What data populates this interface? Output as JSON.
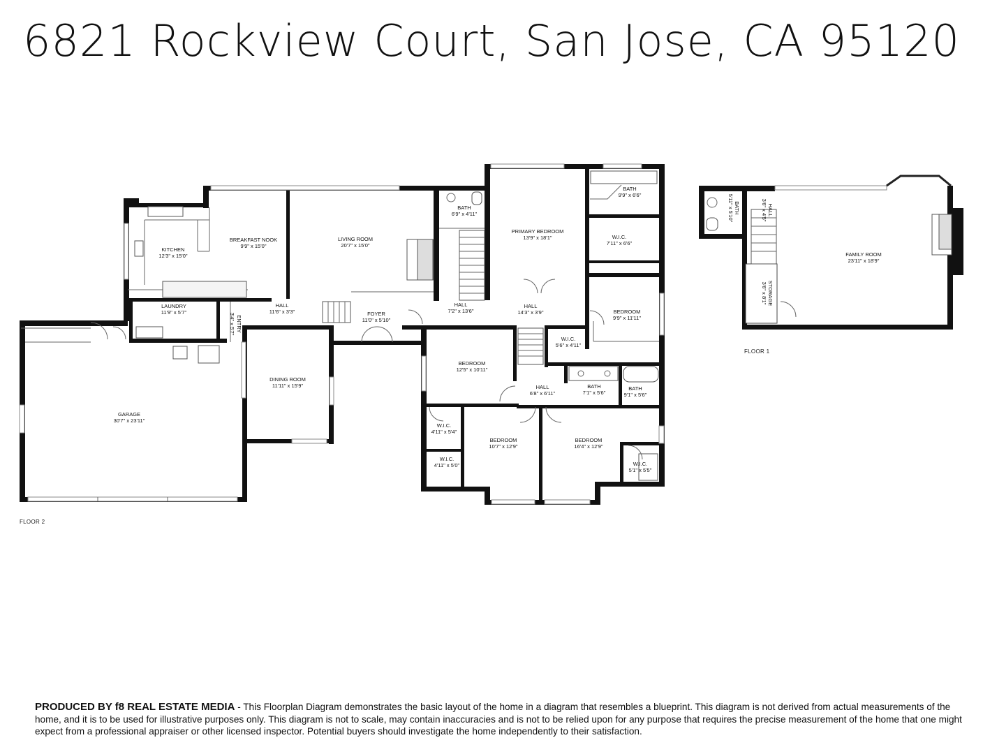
{
  "title": "6821 Rockview Court, San Jose, CA 95120",
  "floors": [
    {
      "label": "FLOOR 2"
    },
    {
      "label": "FLOOR 1"
    }
  ],
  "rooms": {
    "kitchen": {
      "name": "KITCHEN",
      "size": "12'3\" x 15'0\""
    },
    "breakfast_nook": {
      "name": "BREAKFAST NOOK",
      "size": "9'9\" x 15'0\""
    },
    "living_room": {
      "name": "LIVING ROOM",
      "size": "20'7\" x 15'0\""
    },
    "bath_small": {
      "name": "BATH",
      "size": "6'9\" x 4'11\""
    },
    "primary_bedroom": {
      "name": "PRIMARY BEDROOM",
      "size": "13'9\" x 18'1\""
    },
    "primary_bath": {
      "name": "BATH",
      "size": "9'9\" x 6'6\""
    },
    "primary_wic": {
      "name": "W.I.C.",
      "size": "7'11\" x 6'6\""
    },
    "laundry": {
      "name": "LAUNDRY",
      "size": "11'9\" x 5'7\""
    },
    "entry": {
      "name": "ENTRY",
      "size": "3'4\" x 5'7\""
    },
    "hall_1": {
      "name": "HALL",
      "size": "11'6\" x 3'3\""
    },
    "foyer": {
      "name": "FOYER",
      "size": "11'0\" x 5'10\""
    },
    "hall_2": {
      "name": "HALL",
      "size": "7'2\" x 13'6\""
    },
    "hall_3": {
      "name": "HALL",
      "size": "14'3\" x 3'9\""
    },
    "bedroom_e": {
      "name": "BEDROOM",
      "size": "9'9\" x 11'11\""
    },
    "wic_mid": {
      "name": "W.I.C.",
      "size": "5'6\" x 4'11\""
    },
    "garage": {
      "name": "GARAGE",
      "size": "30'7\" x 23'11\""
    },
    "dining_room": {
      "name": "DINING ROOM",
      "size": "11'11\" x 15'9\""
    },
    "bedroom_c": {
      "name": "BEDROOM",
      "size": "12'5\" x 10'11\""
    },
    "hall_4": {
      "name": "HALL",
      "size": "6'8\" x 6'11\""
    },
    "bath_double": {
      "name": "BATH",
      "size": "7'1\" x 5'6\""
    },
    "bath_tub": {
      "name": "BATH",
      "size": "9'1\" x 5'6\""
    },
    "wic_sw1": {
      "name": "W.I.C.",
      "size": "4'11\" x 5'4\""
    },
    "wic_sw2": {
      "name": "W.I.C.",
      "size": "4'11\" x 5'0\""
    },
    "bedroom_s1": {
      "name": "BEDROOM",
      "size": "10'7\" x 12'9\""
    },
    "bedroom_s2": {
      "name": "BEDROOM",
      "size": "16'4\" x 12'9\""
    },
    "wic_se": {
      "name": "W.I.C.",
      "size": "5'1\" x 5'5\""
    },
    "f1_bath": {
      "name": "BATH",
      "size": "5'11\" x 5'10\""
    },
    "f1_hall": {
      "name": "HALL",
      "size": "3'6\" x 4'5\""
    },
    "f1_storage": {
      "name": "STORAGE",
      "size": "3'6\" x 8'1\""
    },
    "family_room": {
      "name": "FAMILY ROOM",
      "size": "23'11\" x 18'9\""
    }
  },
  "footer": {
    "brand": "PRODUCED BY f8 REAL ESTATE MEDIA",
    "text": " - This Floorplan Diagram demonstrates the basic layout of the home in a diagram that resembles a blueprint. This diagram is not derived from actual measurements of the home, and it is to be used for illustrative purposes only. This diagram is not to scale, may contain inaccuracies and is not to be relied upon for any purpose that requires the precise measurement of the home that one might expect from a professional appraiser or other licensed inspector. Potential buyers should investigate the home independently to their satisfaction."
  }
}
